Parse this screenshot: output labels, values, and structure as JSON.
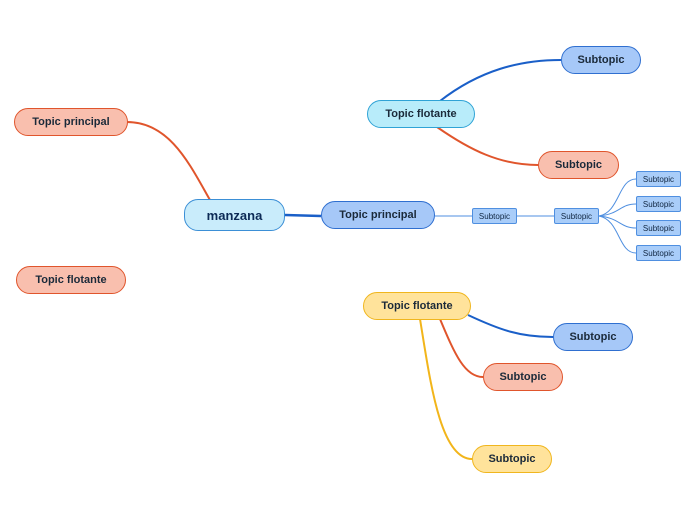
{
  "map": {
    "central": "manzana",
    "topic_principal_left": "Topic principal",
    "topic_flotante_left": "Topic flotante",
    "topic_principal_main": "Topic principal",
    "main_subtopic": "Subtopic",
    "main_subtopic_child": "Subtopic",
    "leaf_subtopics": [
      "Subtopic",
      "Subtopic",
      "Subtopic",
      "Subtopic"
    ],
    "topic_flotante_top": "Topic flotante",
    "top_subtopic_blue": "Subtopic",
    "top_subtopic_orange": "Subtopic",
    "topic_flotante_bottom": "Topic flotante",
    "bottom_subtopic_blue": "Subtopic",
    "bottom_subtopic_orange": "Subtopic",
    "bottom_subtopic_yellow": "Subtopic"
  },
  "colors": {
    "blue_branch": "#1a5fc8",
    "orange_branch": "#e0552c",
    "yellow_branch": "#f2b51a",
    "thin_blue": "#4f8fe0"
  }
}
